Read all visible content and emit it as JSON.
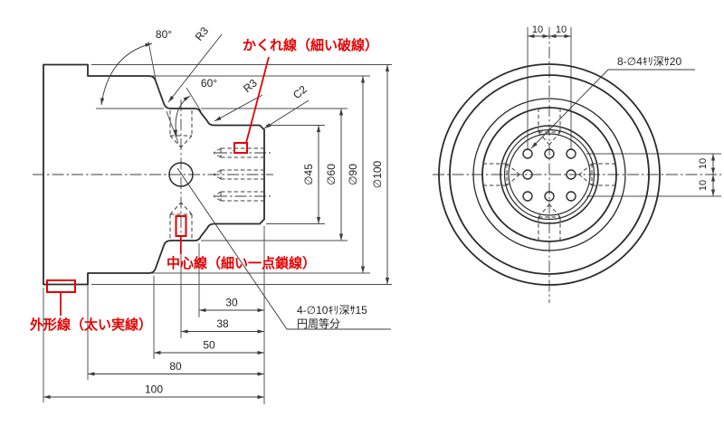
{
  "drawing_type": "mechanical-part-two-view",
  "colors": {
    "outline": "#2b2b2b",
    "thin_line": "#4c4c4c",
    "hidden_line": "#3c3c3c",
    "annotation_red": "#e60000",
    "background": "#ffffff"
  },
  "side_view": {
    "angle_80": "80°",
    "angle_60": "60°",
    "fillet_upper": "R3",
    "fillet_lower": "R3",
    "chamfer": "C2",
    "dia_45": "∅45",
    "dia_60": "∅60",
    "dia_90": "∅90",
    "dia_100": "∅100",
    "len_30": "30",
    "len_38": "38",
    "len_50": "50",
    "len_80": "80",
    "len_100": "100",
    "radial_hole_note_line1": "4-∅10ｷﾘ深ｻ15",
    "radial_hole_note_line2": "円周等分"
  },
  "front_view": {
    "top_dim_left": "10",
    "top_dim_right": "10",
    "right_dim_upper": "10",
    "right_dim_lower": "10",
    "axial_hole_note": "8-∅4ｷﾘ深ｻ20"
  },
  "legend": {
    "hidden_line_label": "かくれ線（細い破線）",
    "center_line_label": "中心線（細い一点鎖線）",
    "outline_label": "外形線（太い実線）"
  }
}
